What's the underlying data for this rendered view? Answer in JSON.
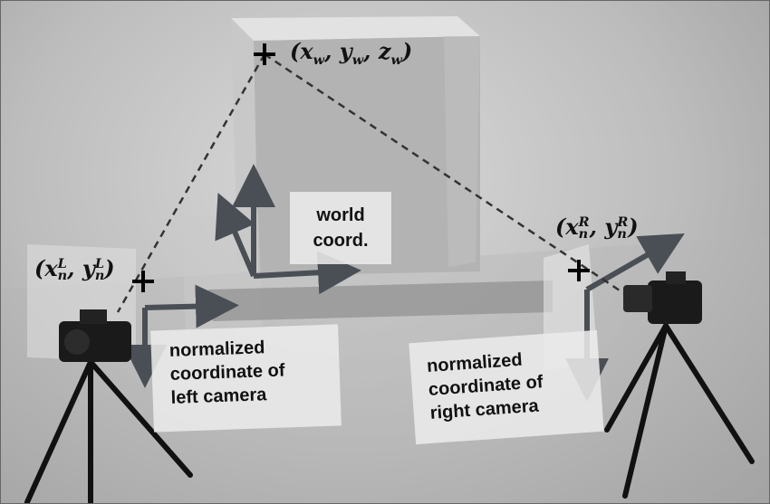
{
  "labels": {
    "world": {
      "line1": "world",
      "line2": "coord."
    },
    "left_camera": {
      "line1": "normalized",
      "line2": "coordinate of",
      "line3": "left camera"
    },
    "right_camera": {
      "line1": "normalized",
      "line2": "coordinate of",
      "line3": "right camera"
    }
  },
  "math": {
    "world_point": {
      "open": "(",
      "x": "x",
      "xs": "w",
      "y": "y",
      "ys": "w",
      "z": "z",
      "zs": "w",
      "close": ")",
      "sep": ", "
    },
    "left_point": {
      "open": "(",
      "x": "x",
      "sub": "n",
      "sup": "L",
      "y": "y",
      "close": ")",
      "sep": ", "
    },
    "right_point": {
      "open": "(",
      "x": "x",
      "sub": "n",
      "sup": "R",
      "y": "y",
      "close": ")",
      "sep": ", "
    }
  },
  "icons": [
    "cross-marker-icon",
    "camera-icon",
    "tripod-icon",
    "axis-arrow-icon"
  ],
  "colors": {
    "axis": "#4a4f55",
    "box": "#a9a9a9",
    "marker": "#000000"
  }
}
